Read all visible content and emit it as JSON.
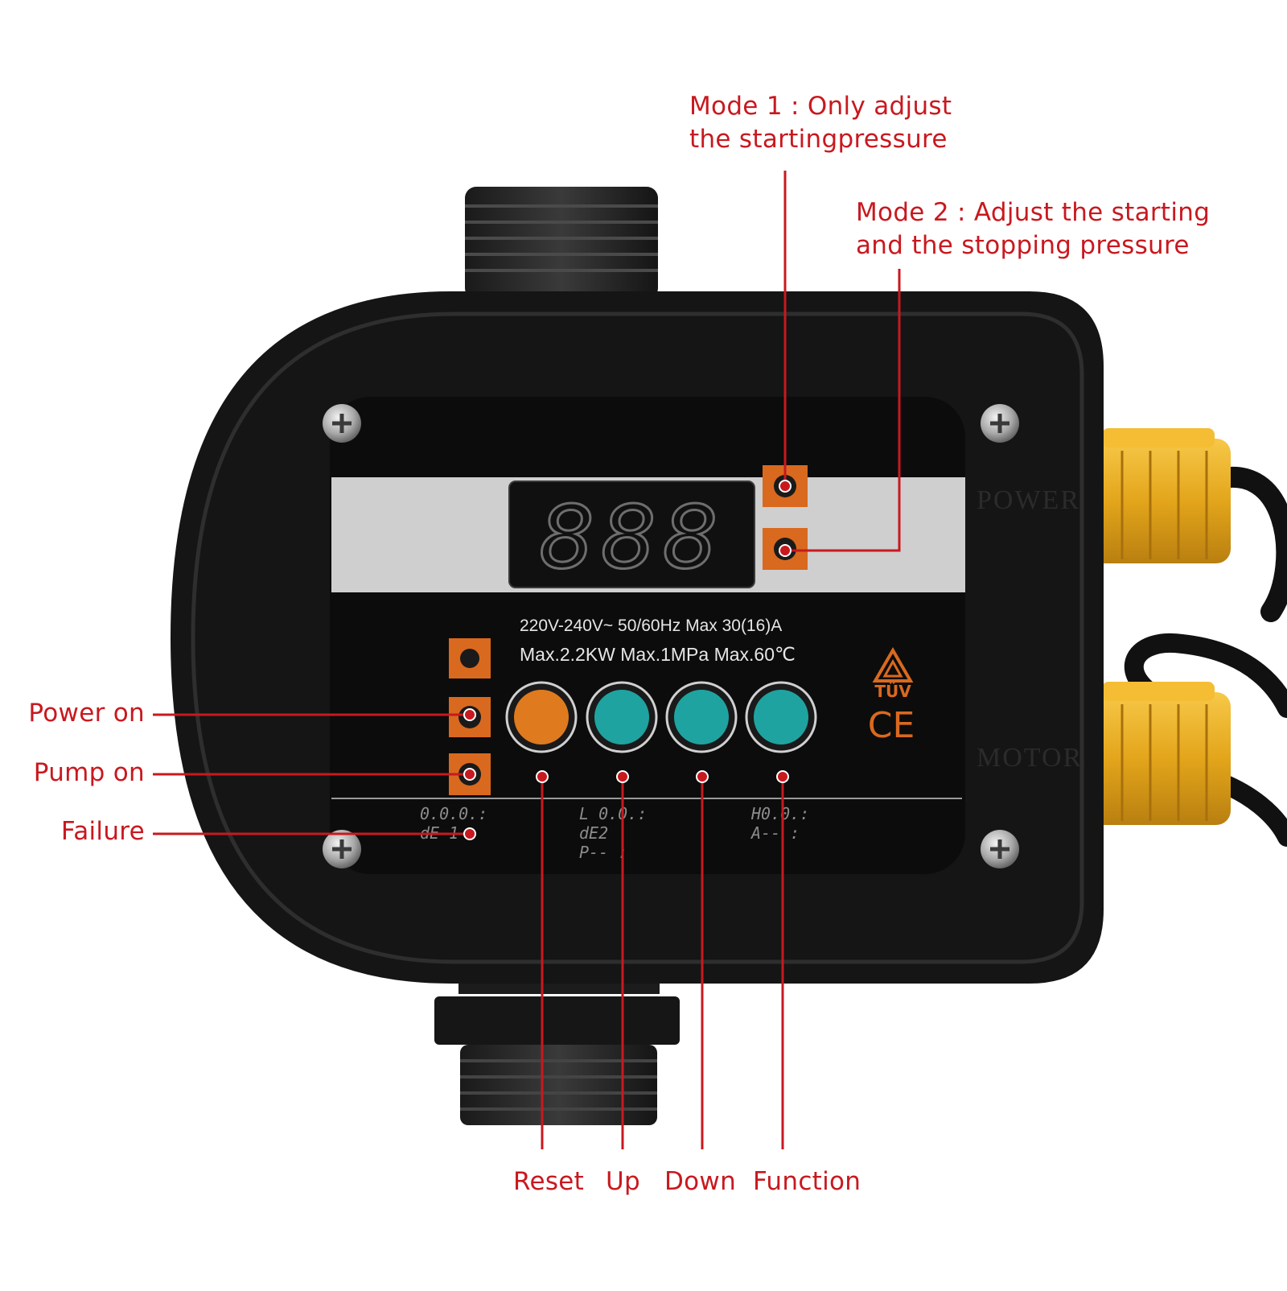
{
  "callouts": {
    "mode1": {
      "line1": "Mode 1 : Only adjust",
      "line2": "the startingpressure"
    },
    "mode2": {
      "line1": "Mode 2 : Adjust the starting",
      "line2": "and  the stopping pressure"
    },
    "power_on": "Power on",
    "pump_on": "Pump on",
    "failure": "Failure",
    "reset": "Reset",
    "up": "Up",
    "down": "Down",
    "function": "Function"
  },
  "device": {
    "display_digits": "888",
    "spec_line1": "220V-240V~  50/60Hz  Max 30(16)A",
    "spec_line2": "Max.2.2KW  Max.1MPa  Max.60℃",
    "tuv_mark": "TÜV",
    "ce_mark": "CE",
    "power_emboss": "POWER",
    "motor_emboss": "MOTOR",
    "code_col1": [
      "0.0.0.:",
      "dE 1 :"
    ],
    "code_col2": [
      "L 0.0.:",
      "dE2",
      "P--  :"
    ],
    "code_col3": [
      "H0.0.:",
      "A--  :"
    ]
  },
  "colors": {
    "callout_red": "#c8191f",
    "reset_button": "#e07a1f",
    "arrow_buttons": "#1fa3a0",
    "indicator_frame": "#d9691e",
    "housing": "#141414",
    "gland": "#f0b51f"
  },
  "icons": {
    "screws": "phillips-screw-icon",
    "tuv": "warning-triangle-icon"
  }
}
